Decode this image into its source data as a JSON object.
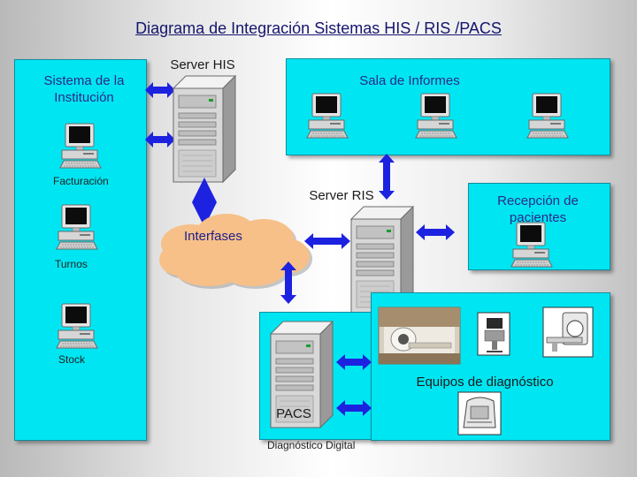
{
  "title": "Diagrama de Integración Sistemas HIS / RIS /PACS",
  "institution": {
    "label": "Sistema de la Institución",
    "stations": [
      "Facturación",
      "Turnos",
      "Stock"
    ]
  },
  "server_his": "Server HIS",
  "sala_informes": "Sala de Informes",
  "server_ris": "Server RIS",
  "recepcion": "Recepción de pacientes",
  "interfases": "Interfases",
  "pacs": "PACS",
  "diagnostico_digital": "Diagnóstico Digital",
  "equipos": "Equipos de diagnóstico",
  "colors": {
    "box_fill": "#00e5f2",
    "arrow_blue": "#1d22e0",
    "cloud": "#f7c088",
    "title": "#15156e"
  },
  "icons": [
    "computer-icon",
    "server-icon",
    "double-arrow-icon",
    "cloud-shape",
    "imaging-equipment-icon"
  ]
}
